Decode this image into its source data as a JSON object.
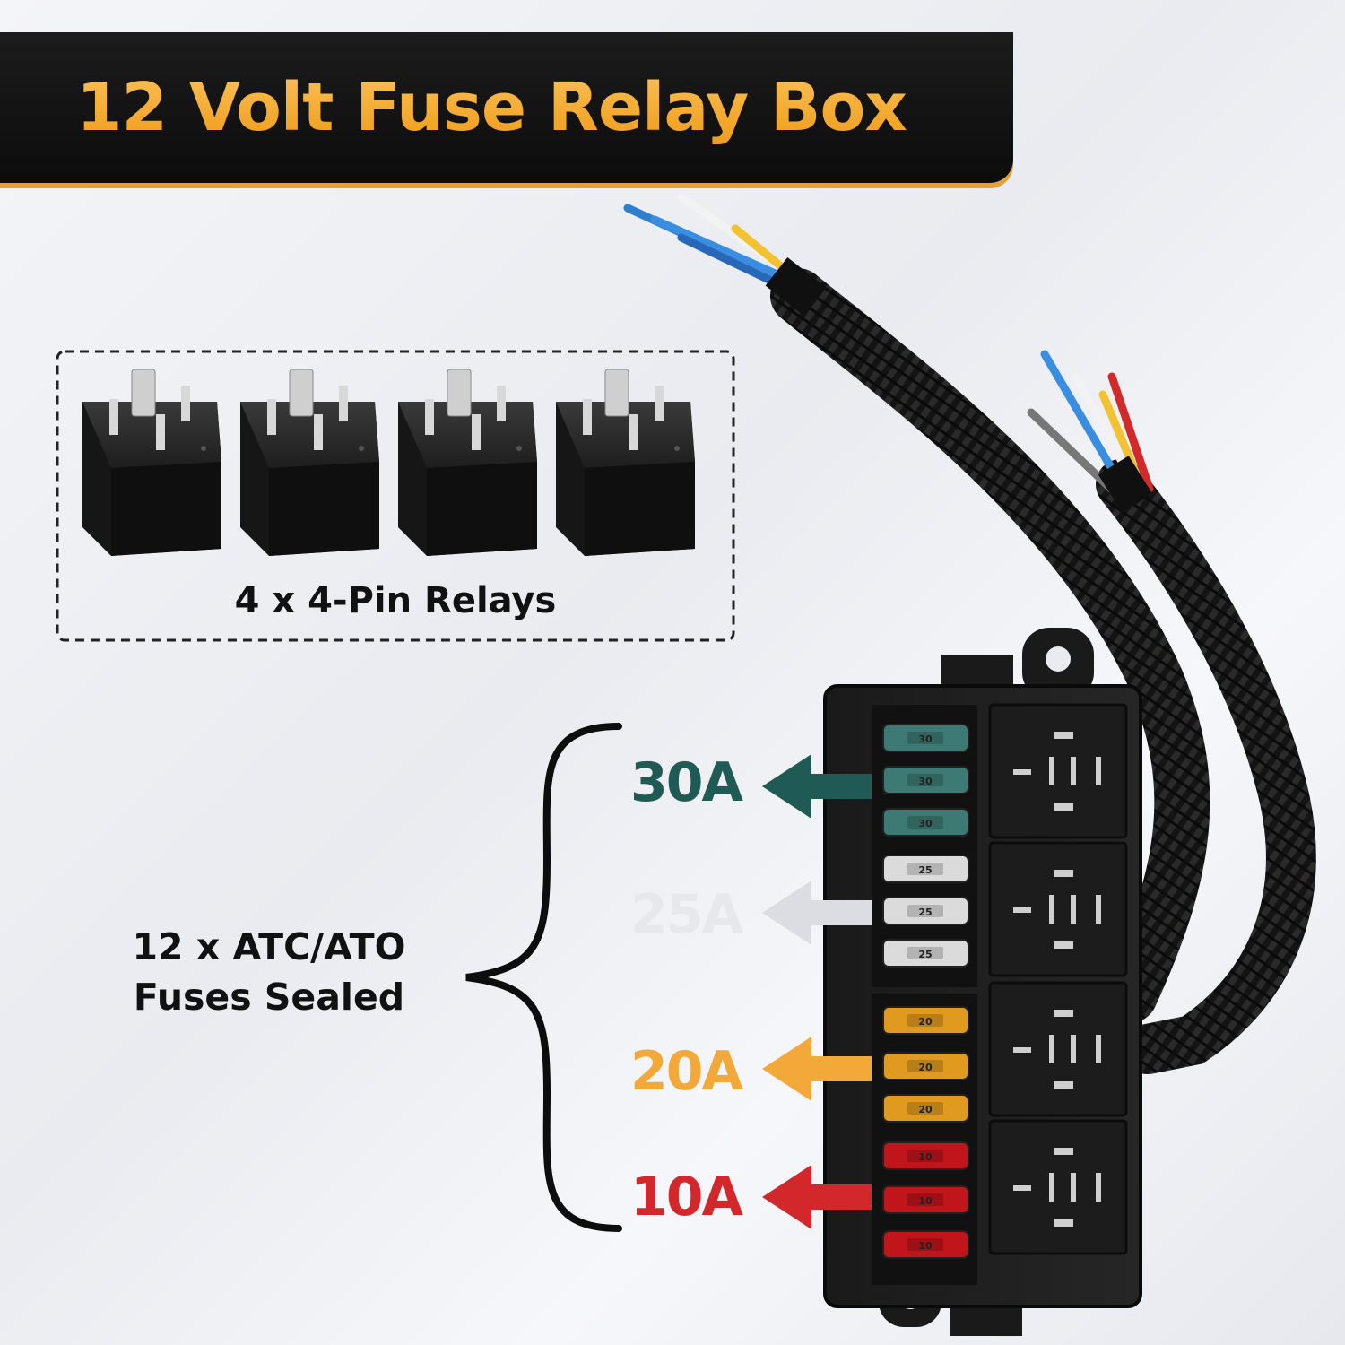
{
  "title": "12 Volt Fuse Relay Box",
  "relays_caption": "4 x 4-Pin Relays",
  "fuses_caption": {
    "line1": "12 x ATC/ATO",
    "line2": "Fuses Sealed"
  },
  "amp_labels": {
    "a30": {
      "text": "30A",
      "color": "#1f5a55"
    },
    "a25": {
      "text": "25A",
      "color": "#e7e8ec"
    },
    "a20": {
      "text": "20A",
      "color": "#f2a93a"
    },
    "a10": {
      "text": "10A",
      "color": "#d2282b"
    }
  },
  "fuse_rows": [
    {
      "rating": "30",
      "color": "#3f7f78"
    },
    {
      "rating": "30",
      "color": "#3f7f78"
    },
    {
      "rating": "30",
      "color": "#3f7f78"
    },
    {
      "rating": "25",
      "color": "#e4e4e4"
    },
    {
      "rating": "25",
      "color": "#e4e4e4"
    },
    {
      "rating": "25",
      "color": "#e4e4e4"
    },
    {
      "rating": "20",
      "color": "#e9a020"
    },
    {
      "rating": "20",
      "color": "#e9a020"
    },
    {
      "rating": "20",
      "color": "#e9a020"
    },
    {
      "rating": "10",
      "color": "#c8161c"
    },
    {
      "rating": "10",
      "color": "#c8161c"
    },
    {
      "rating": "10",
      "color": "#c8161c"
    }
  ],
  "icons": {
    "relay": "relay-icon",
    "bracket": "curly-brace-icon",
    "arrow": "left-arrow-icon",
    "harness": "wire-harness-icon",
    "fuse_box": "fuse-box-icon"
  }
}
